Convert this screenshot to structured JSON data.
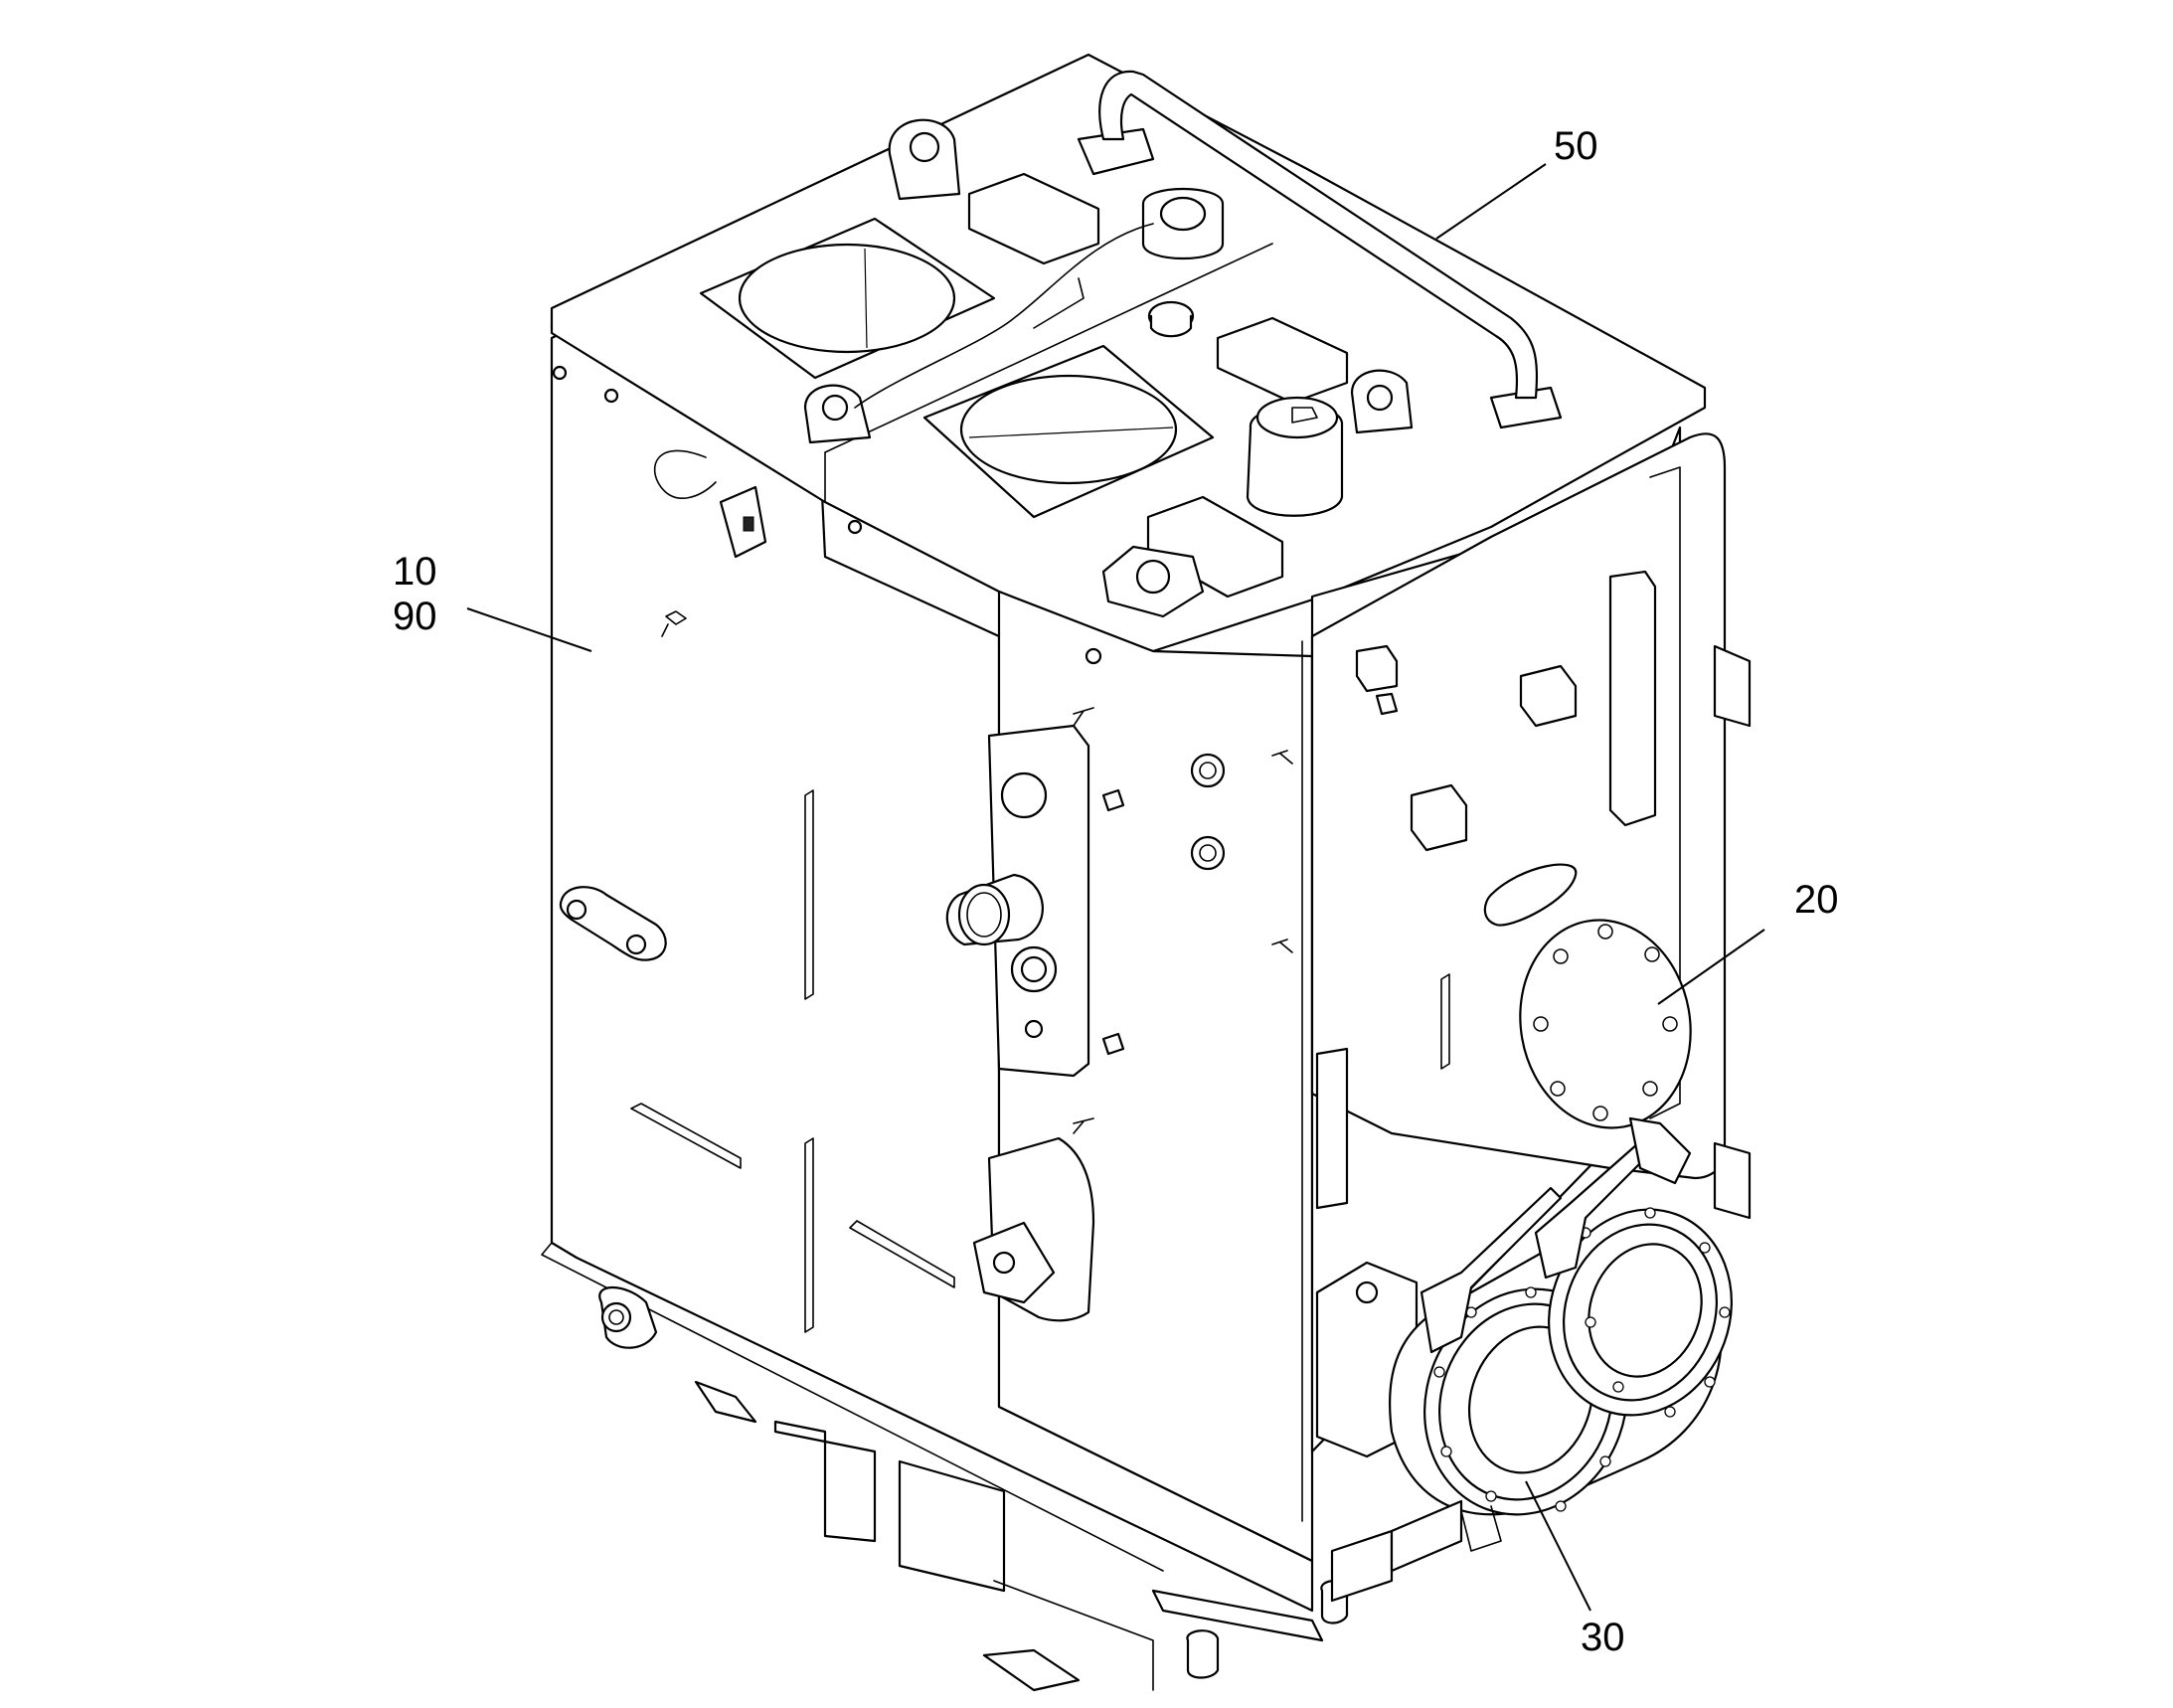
{
  "callouts": [
    {
      "id": "c10",
      "label": "10"
    },
    {
      "id": "c90",
      "label": "90"
    },
    {
      "id": "c50",
      "label": "50"
    },
    {
      "id": "c20",
      "label": "20"
    },
    {
      "id": "c30",
      "label": "30"
    }
  ],
  "colors": {
    "line": "#000000",
    "background": "#ffffff"
  }
}
